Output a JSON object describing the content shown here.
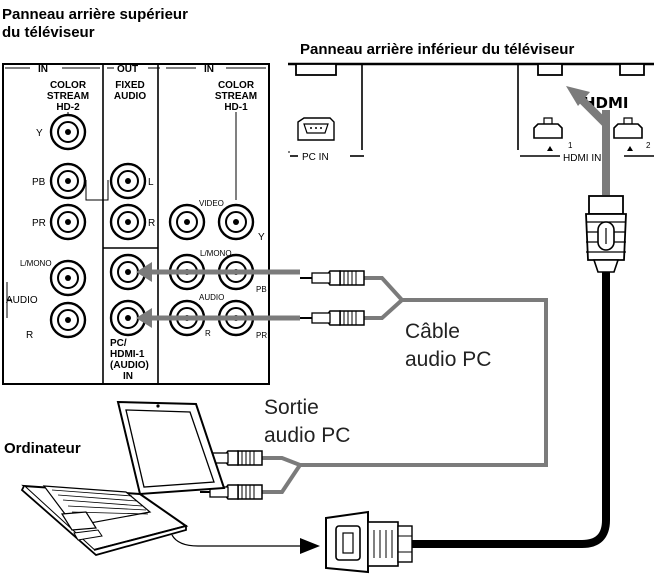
{
  "title_upper_panel": [
    "Panneau arrière supérieur",
    "du téléviseur"
  ],
  "title_lower_panel": "Panneau arrière inférieur du téléviseur",
  "computer_label": "Ordinateur",
  "cable_label": [
    "Câble",
    "audio PC"
  ],
  "output_label": [
    "Sortie",
    "audio PC"
  ],
  "upper_panel": {
    "in_left": "IN",
    "out": "OUT",
    "in_right": "IN",
    "color_stream_hd2": [
      "COLOR",
      "STREAM",
      "HD-2"
    ],
    "fixed_audio": [
      "FIXED",
      "AUDIO"
    ],
    "color_stream_hd1": [
      "COLOR",
      "STREAM",
      "HD-1"
    ],
    "y_left": "Y",
    "pb_left": "PB",
    "pr_left": "PR",
    "l_right_of_fixed": "L",
    "r_right_of_fixed": "R",
    "video": "VIDEO",
    "y_right": "Y",
    "l_mono_left": "L/MONO",
    "audio_left": "AUDIO",
    "r_left": "R",
    "l_mono_right": "L/MONO",
    "audio_right": "AUDIO",
    "pb_right": "PB",
    "pr_right": "PR",
    "r_right": "R",
    "pc_hdmi_label": [
      "PC/",
      "HDMI-1",
      "(AUDIO)",
      "IN"
    ]
  },
  "lower_panel": {
    "pc_in": "PC IN",
    "hdmi_logo": "HDMI",
    "hdmi_in": "HDMI IN",
    "port_1": "1",
    "port_2": "2"
  }
}
